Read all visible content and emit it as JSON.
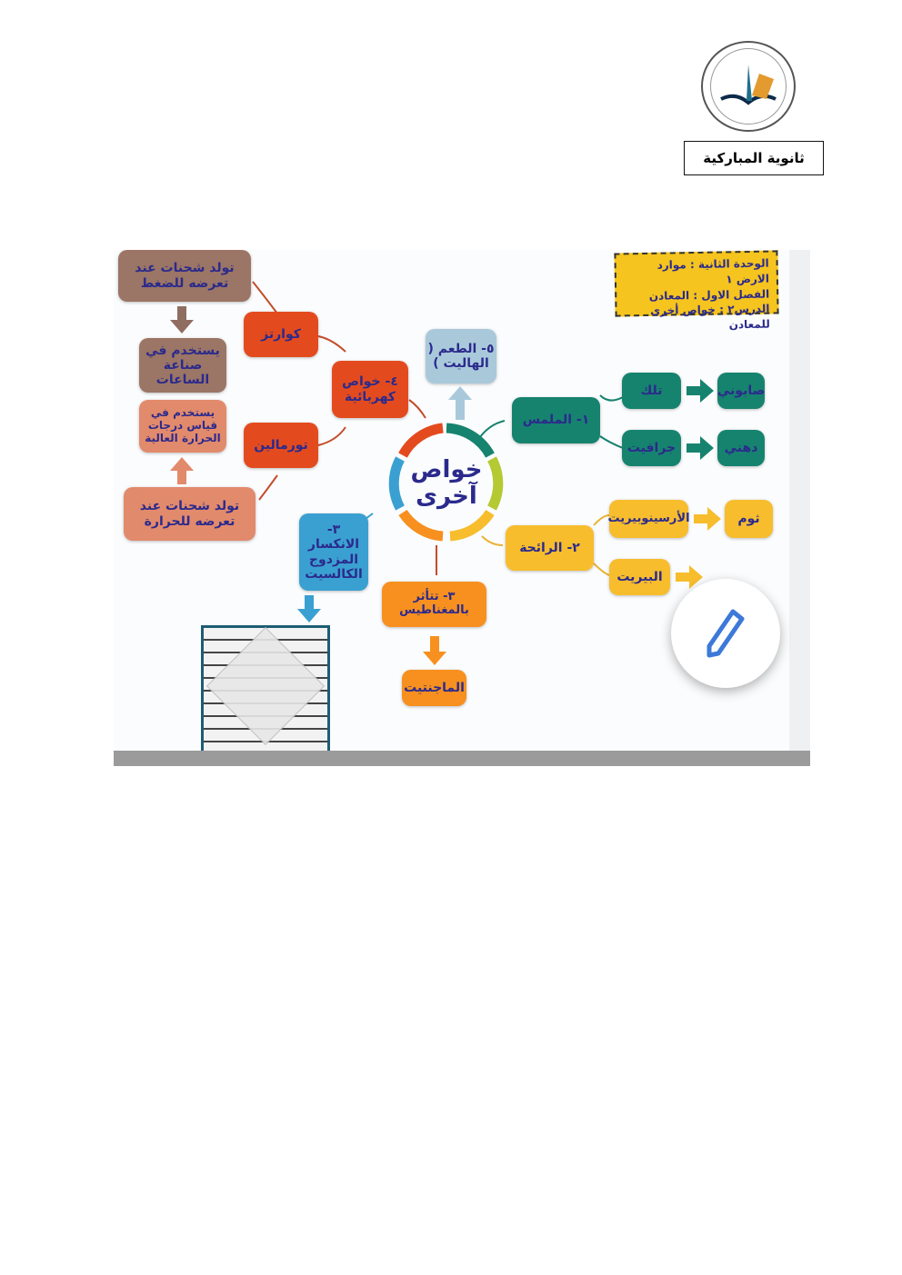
{
  "header": {
    "school_name": "ثانوية المباركية",
    "logo_label": "الثانوية المباركية"
  },
  "mindmap": {
    "banner": {
      "line1": "الوحدة الثانية : موارد الارض ١",
      "line2": "الفصل الاول : المعادن",
      "line3": "الدرس٢ : خواص أخرى للمعادن"
    },
    "center": {
      "line1": "خواص",
      "line2": "آخرى"
    },
    "touch": {
      "label": "١- الملمس",
      "talc": "تلك",
      "soapy": "صابوني",
      "graphite": "جرافيت",
      "greasy": "دهني"
    },
    "smell": {
      "label": "٢- الرائحة",
      "arsenopyrite": "الأرسينوبيريت",
      "garlic": "ثوم",
      "pyrite": "البيريت"
    },
    "magnetism": {
      "label": "٣- تتأثر بالمغناطيس",
      "magnetite": "الماجنتيت"
    },
    "double_refraction": {
      "label": "٣- الانكسار المزدوج الكالسيت"
    },
    "electric": {
      "label": "٤- خواص كهربائية",
      "quartz": "كوارتز",
      "tourmaline": "تورمالين",
      "quartz_charge": "تولد شحنات عند تعرضه للضغط",
      "quartz_use": "يستخدم في صناعة الساعات",
      "tourmaline_use": "يستخدم في قياس درجات الحرارة العالية",
      "tourmaline_charge": "تولد شحنات عند تعرضه للحرارة"
    },
    "taste": {
      "label": "٥- الطعم ( الهاليت )"
    }
  },
  "colors": {
    "teal": "#16836f",
    "yellow": "#f7bd2d",
    "orange": "#f7901f",
    "red": "#e34b1f",
    "blue": "#3aa0d1",
    "brown": "#9b7565",
    "text": "#2b2a8c"
  }
}
